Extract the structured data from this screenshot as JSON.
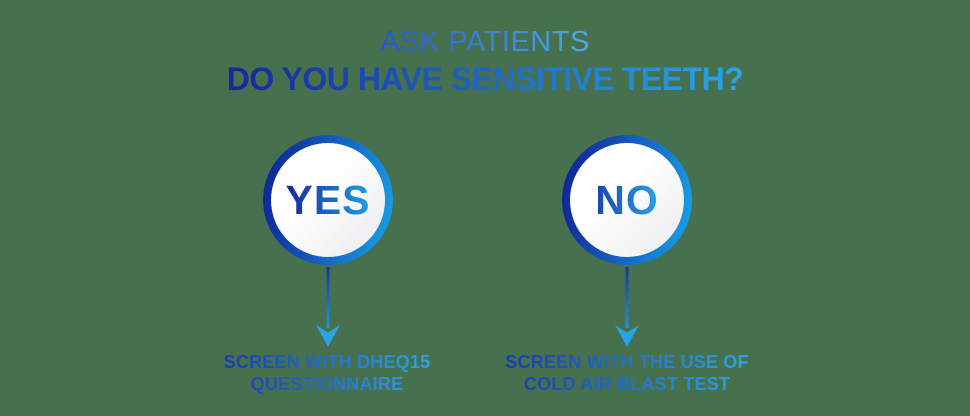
{
  "title": {
    "line1": "ASK PATIENTS",
    "line2": "DO YOU HAVE SENSITIVE TEETH?"
  },
  "branches": [
    {
      "answer": "YES",
      "outcome_line1": "SCREEN WITH DHEQ15",
      "outcome_line2": "QUESTIONNAIRE"
    },
    {
      "answer": "NO",
      "outcome_line1": "SCREEN WITH THE USE OF",
      "outcome_line2": "COLD AIR BLAST TEST"
    }
  ],
  "colors": {
    "canvas_background": "#47704E",
    "title_line1_start": "#2456C8",
    "title_line1_end": "#4FA9E8",
    "title_line2_start": "#15279E",
    "title_line2_end": "#29A7E6",
    "ring_start": "#101C93",
    "ring_end": "#18A4EA",
    "circle_fill_start": "#FFFFFF",
    "circle_fill_end": "#E9EAEC",
    "yes_start": "#17289E",
    "yes_end": "#1F9FE2",
    "no_start": "#1C43B2",
    "no_end": "#27A3E6",
    "outcome_start": "#1B3AAC",
    "outcome_end": "#2BA5E7",
    "arrow_top": "#1A2FA0",
    "arrow_bottom": "#2196DE",
    "arrow_head": "#2BA2E4"
  }
}
